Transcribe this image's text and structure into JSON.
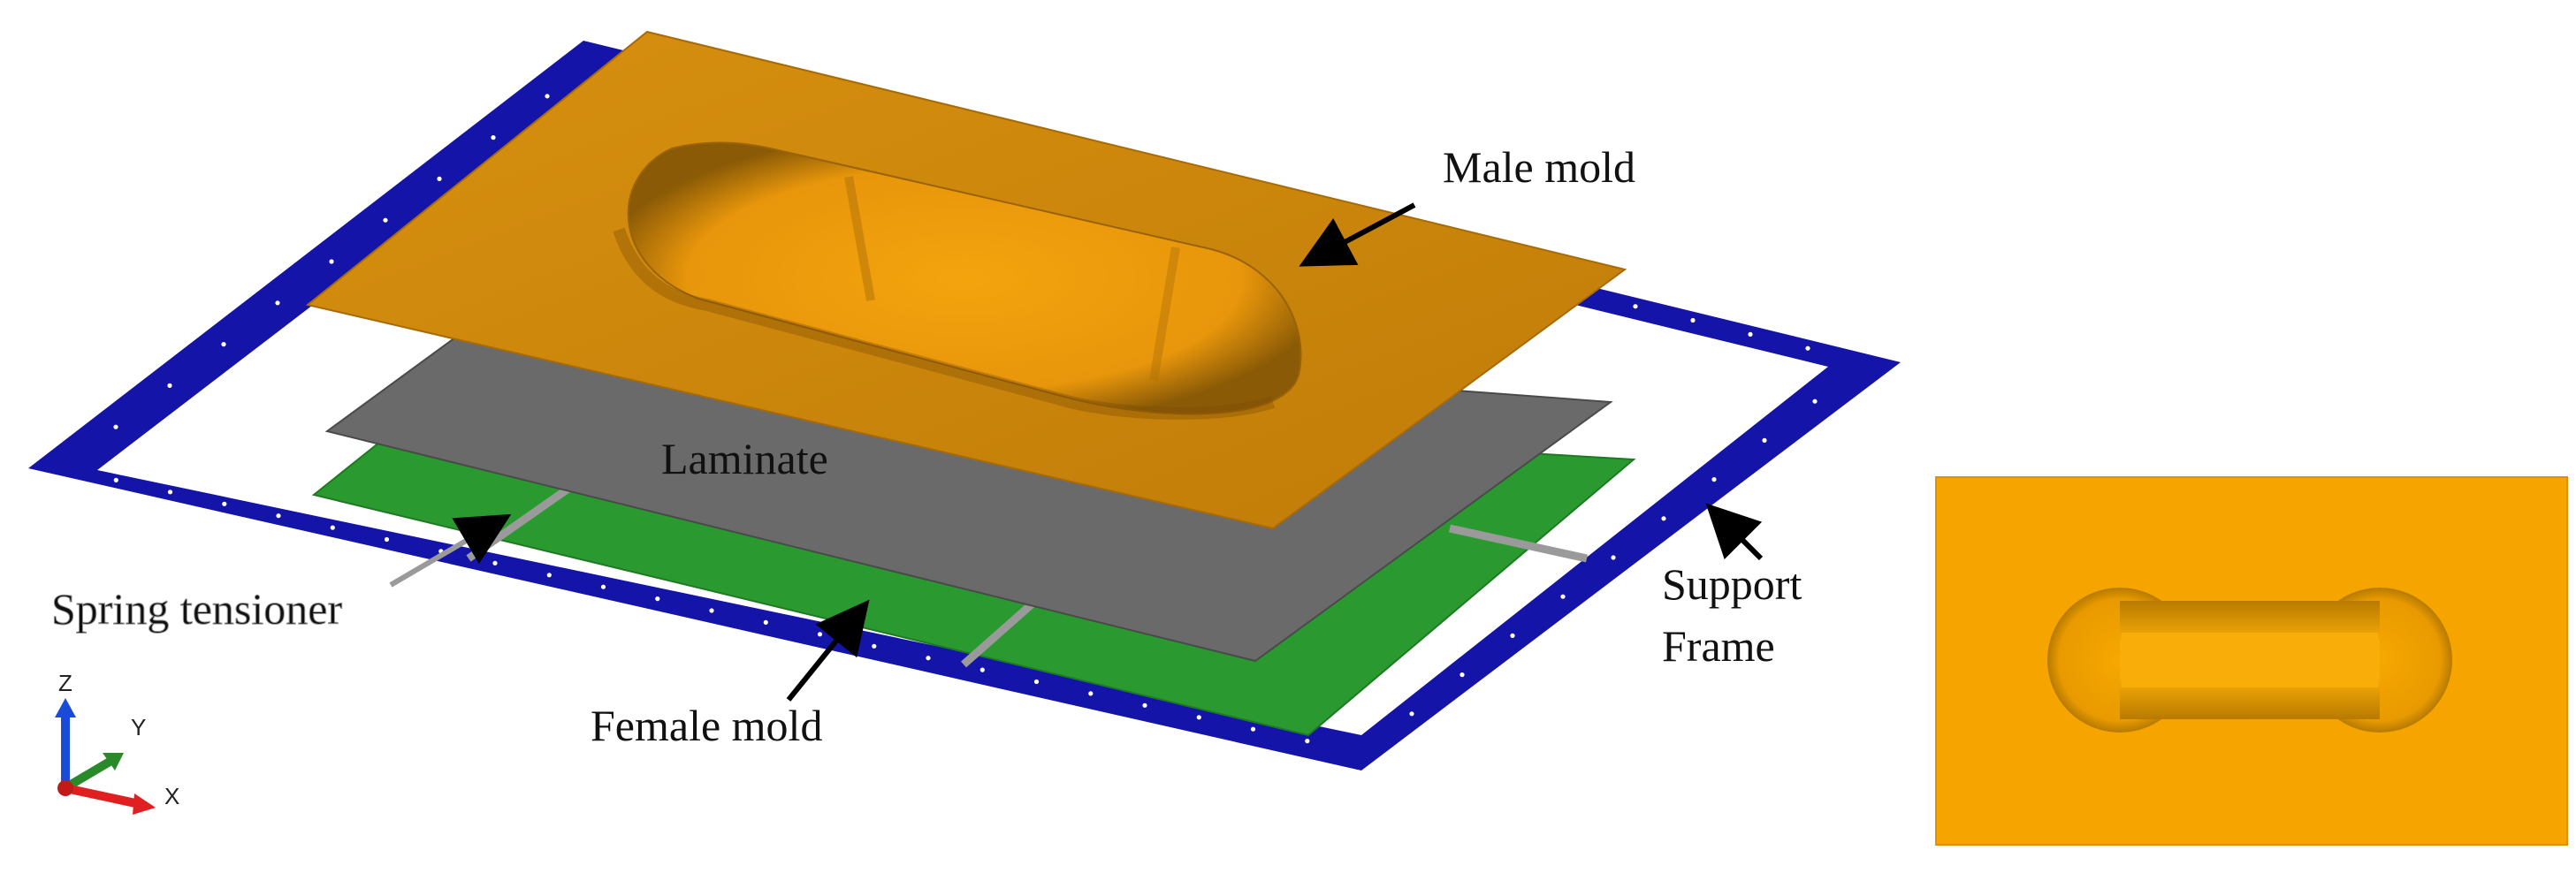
{
  "labels": {
    "male_mold": "Male mold",
    "laminate": "Laminate",
    "spring_tensioner": "Spring tensioner",
    "female_mold": "Female mold",
    "support_frame_line1": "Support",
    "support_frame_line2": "Frame"
  },
  "axis_triad": {
    "z": "Z",
    "y": "Y",
    "x": "X"
  },
  "colors": {
    "support_frame": "#1414a8",
    "male_mold": "#d88e0a",
    "laminate": "#6a6a6a",
    "female_mold": "#2a9a30",
    "tensioner": "#9a9a9a",
    "top_view": "#f6a400",
    "axis_x": "#e02020",
    "axis_y": "#2a8a2a",
    "axis_z": "#1a4ad8"
  }
}
